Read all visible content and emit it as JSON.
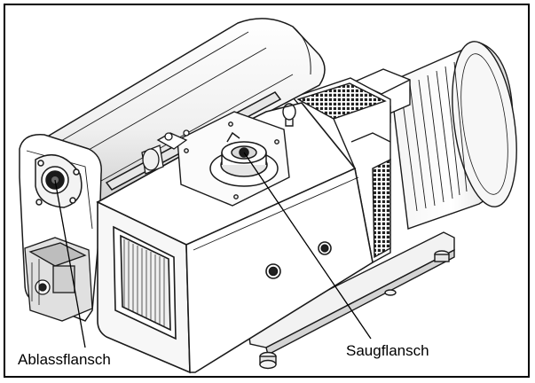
{
  "callouts": [
    {
      "id": "ablassflansch",
      "text": "Ablassflansch"
    },
    {
      "id": "saugflansch",
      "text": "Saugflansch"
    }
  ],
  "colors": {
    "line": "#1a1a1a",
    "body_fill": "#ffffff",
    "shade_light": "#e9e9e9",
    "shade_mid": "#cfcfcf",
    "shade_dark": "#9a9a9a",
    "mesh": "#2a2a2a"
  }
}
